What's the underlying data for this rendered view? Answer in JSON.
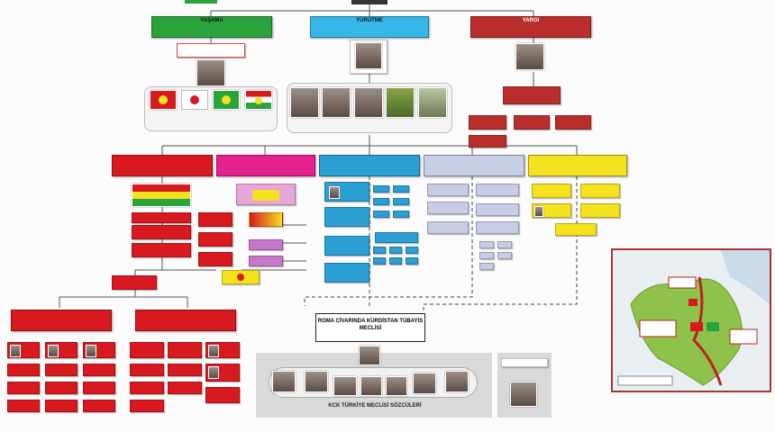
{
  "colors": {
    "red": "#d8191f",
    "green": "#2aa33d",
    "cyan": "#35b7e8",
    "magenta": "#e5208f",
    "lavender": "#c8cde6",
    "yellow": "#f3e21d",
    "dark_red": "#b92e2b"
  },
  "top": {
    "left_header": "YAŞAMA",
    "center_header": "YÜRÜTME",
    "right_header": "YARGI"
  },
  "center": {
    "assembly_title": "ROMA CİVARINDA KÜRDİSTAN TÜBAYİS MECLİSİ"
  },
  "bottom": {
    "panel_caption": "KCK TÜRKİYE MECLİSİ SÖZCÜLERİ"
  },
  "icons": {
    "flag": "flag-icon",
    "photo": "portrait-icon",
    "map": "map-icon"
  }
}
